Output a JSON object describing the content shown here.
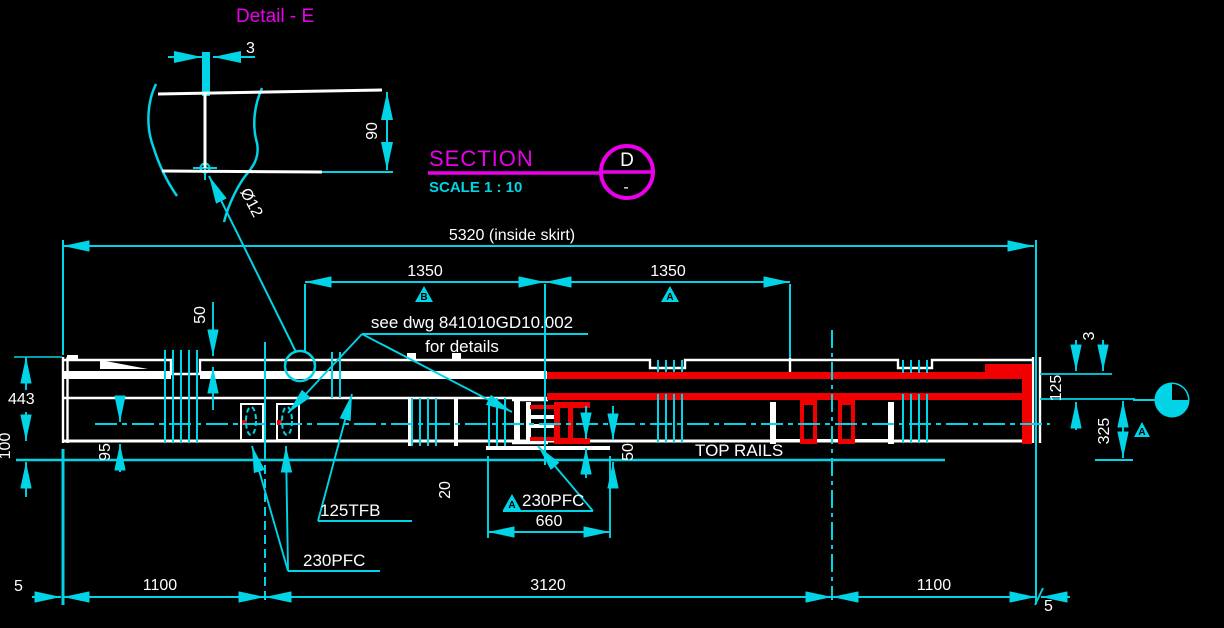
{
  "colors": {
    "cyan": "#00D4E6",
    "magenta": "#EB00EB",
    "red": "#F00000",
    "white": "#FFFFFF",
    "background": "#000000"
  },
  "detail_view": {
    "title": "Detail - E",
    "width_dim": "3",
    "height_dim": "90",
    "hole_dim": "Ø12"
  },
  "section_header": {
    "title": "SECTION",
    "scale": "SCALE 1 : 10",
    "bubble_top": "D",
    "bubble_bottom": "-"
  },
  "annotations": {
    "ref_note_line1": "see dwg 841010GD10.002",
    "ref_note_line2": "for details",
    "top_rails": "TOP RAILS",
    "tfb_label": "125TFB",
    "pfc_label_left": "230PFC",
    "pfc_label_center": "230PFC"
  },
  "flags": {
    "bay_left": "B",
    "bay_right": "A",
    "pfc_center": "A",
    "rail_right": "A"
  },
  "dimensions": {
    "overall": "5320 (inside skirt)",
    "bay_left": "1350",
    "bay_right": "1350",
    "skirt_notch": "50",
    "web_to_bottom": "95",
    "overall_height": "443",
    "base_height": "100",
    "edge_left": "5",
    "span_left": "1100",
    "span_mid": "3120",
    "span_right": "1100",
    "edge_right": "5",
    "plate_offset": "20",
    "plate_length": "660",
    "rail_clearance": "50",
    "rail_gap": "3",
    "rail_height": "125",
    "rail_to_toprail": "325"
  }
}
